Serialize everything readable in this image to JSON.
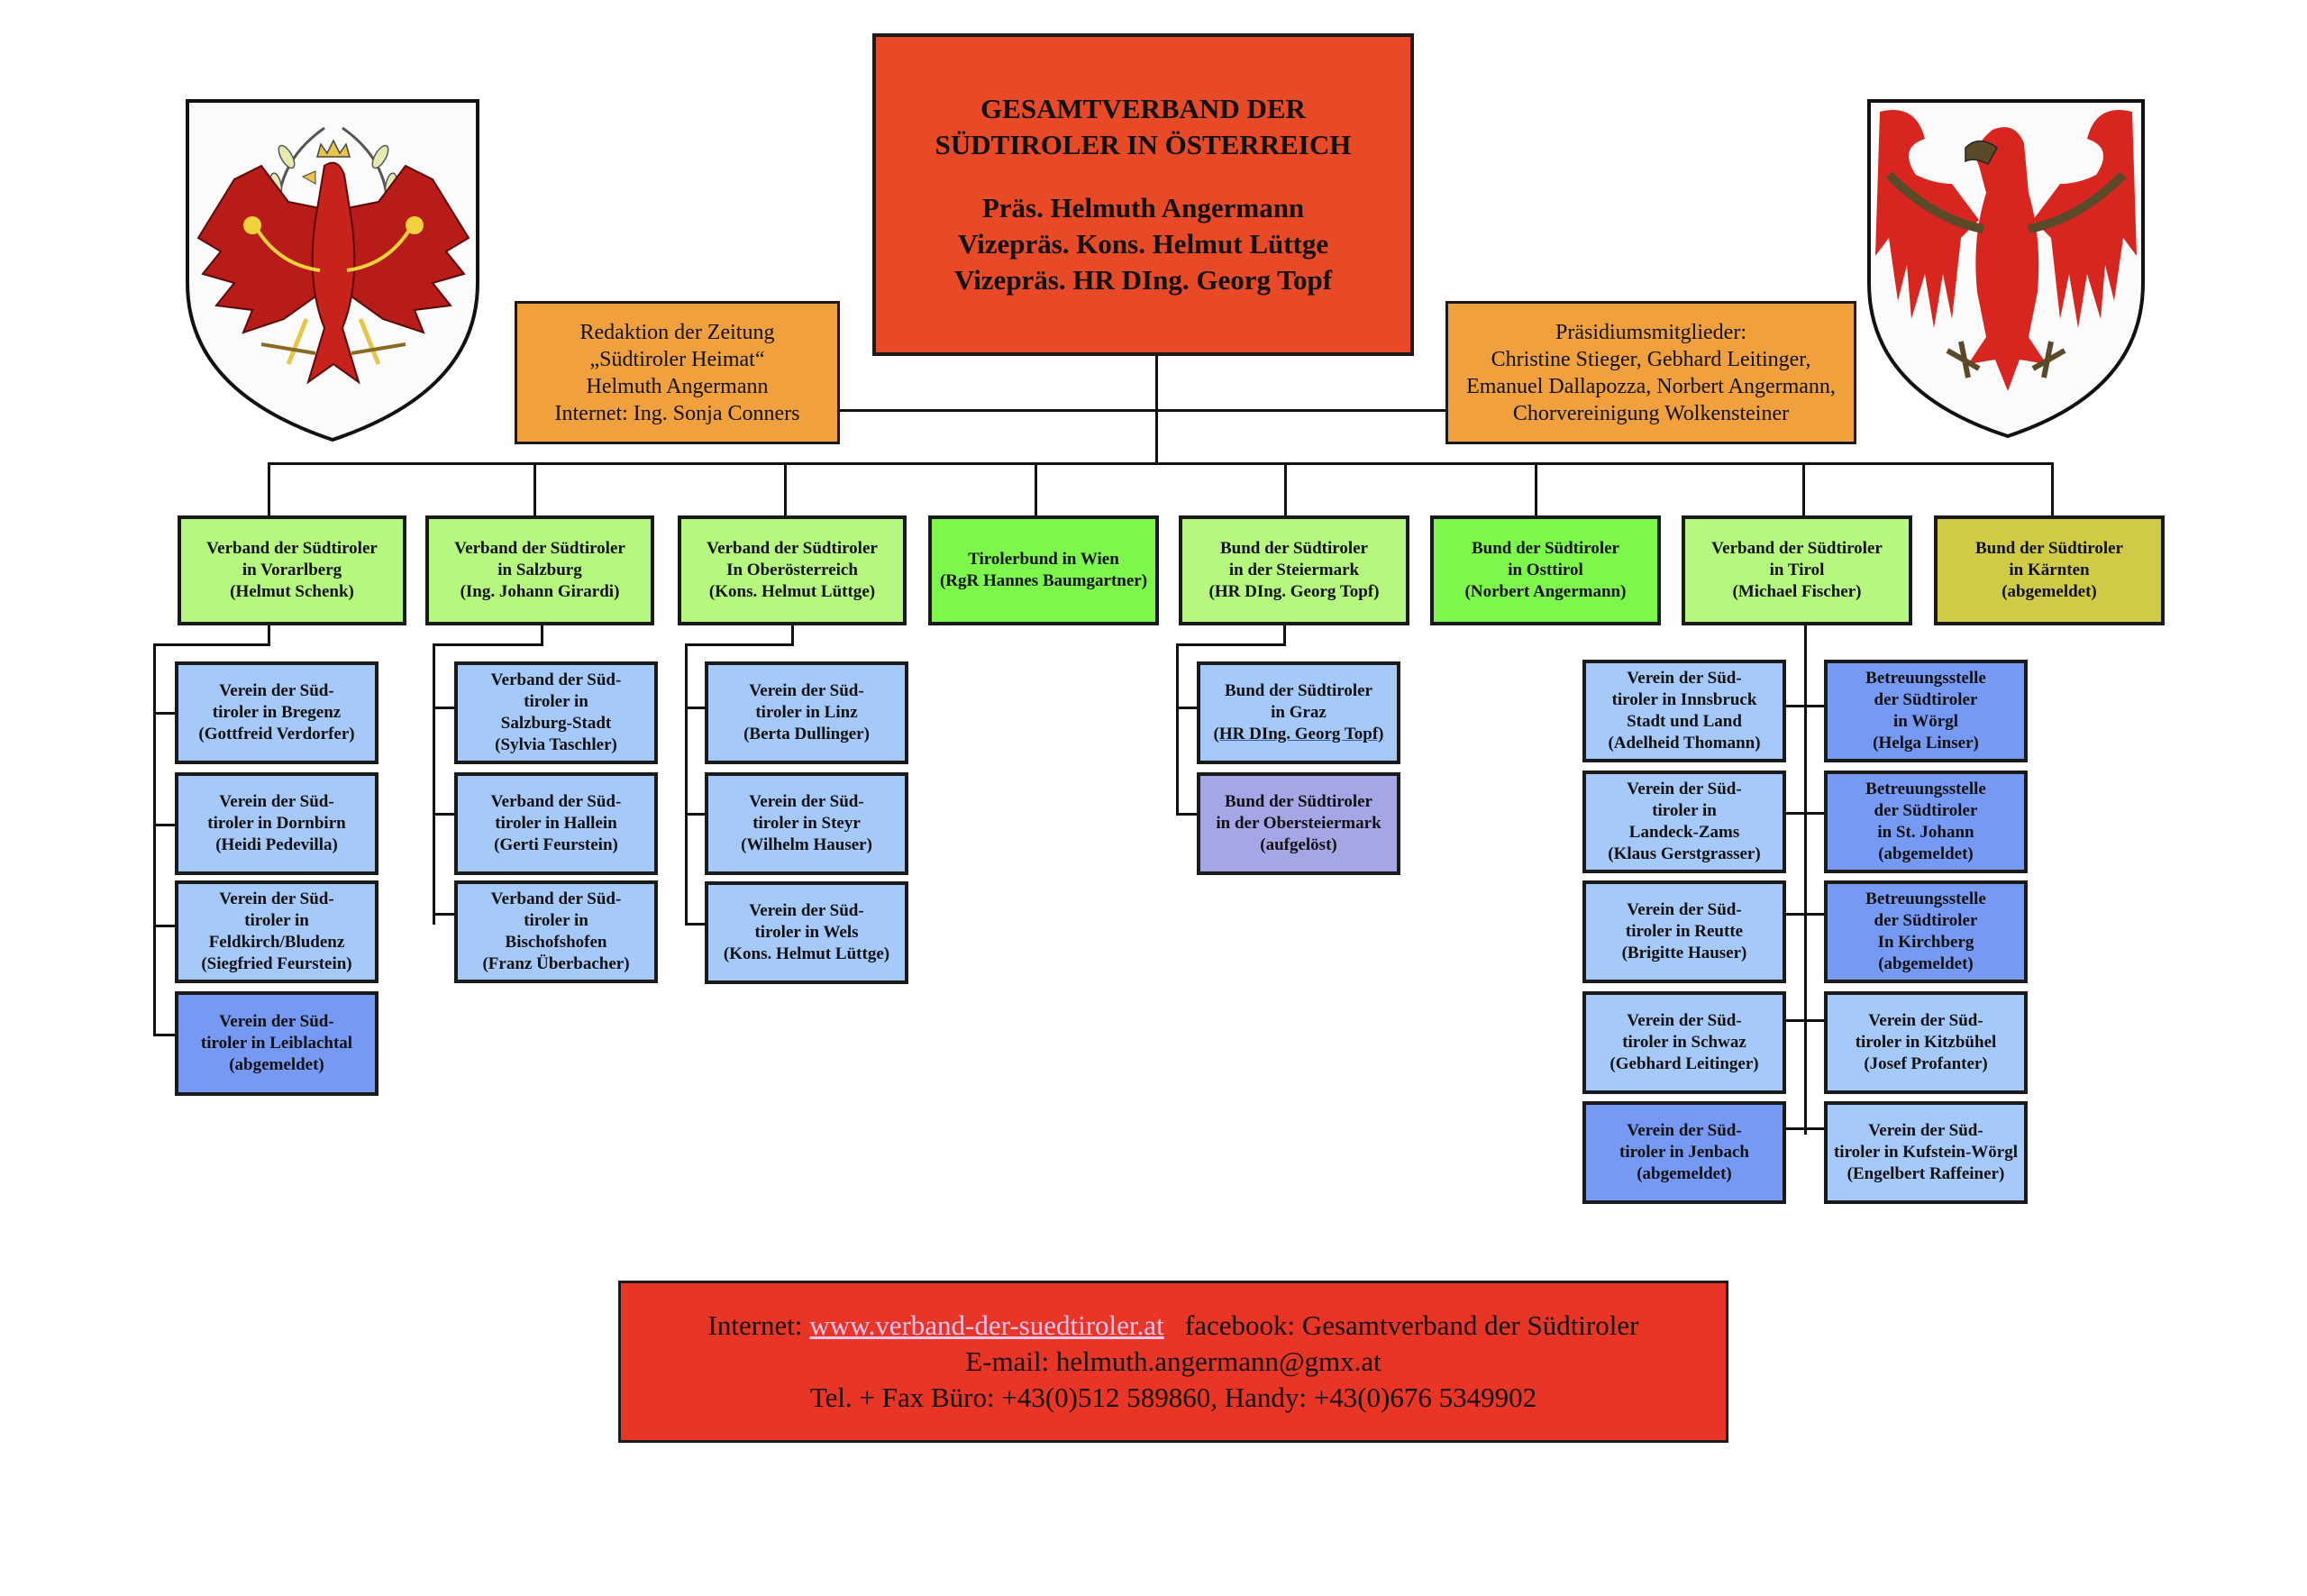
{
  "main": {
    "title_line1": "GESAMTVERBAND DER",
    "title_line2": "SÜDTIROLER IN ÖSTERREICH",
    "president": "Präs. Helmuth Angermann",
    "vice1": "Vizepräs. Kons. Helmut Lüttge",
    "vice2": "Vizepräs. HR DIng. Georg Topf"
  },
  "editorial": {
    "lines": [
      "Redaktion der Zeitung",
      "„Südtiroler Heimat“",
      "Helmuth Angermann",
      "Internet: Ing. Sonja Conners"
    ]
  },
  "presidium": {
    "lines": [
      "Präsidiumsmitglieder:",
      "Christine Stieger, Gebhard Leitinger,",
      "Emanuel Dallapozza, Norbert Angermann,",
      "Chorvereinigung Wolkensteiner"
    ]
  },
  "crests": {
    "left": "tyrol-eagle-coat-of-arms",
    "right": "south-tyrol-eagle-coat-of-arms"
  },
  "regions": [
    {
      "lines": [
        "Verband der Südtiroler",
        "in Vorarlberg",
        "(Helmut Schenk)"
      ],
      "status_color": "#b5f77f"
    },
    {
      "lines": [
        "Verband der Südtiroler",
        "in Salzburg",
        "(Ing. Johann Girardi)"
      ],
      "status_color": "#b5f77f"
    },
    {
      "lines": [
        "Verband der Südtiroler",
        "In Oberösterreich",
        "(Kons. Helmut Lüttge)"
      ],
      "status_color": "#b5f77f"
    },
    {
      "lines": [
        "Tirolerbund in Wien",
        "(RgR Hannes Baumgartner)"
      ],
      "status_color": "#7ef74c"
    },
    {
      "lines": [
        "Bund der Südtiroler",
        "in der Steiermark",
        "(HR DIng. Georg Topf)"
      ],
      "status_color": "#b5f77f"
    },
    {
      "lines": [
        "Bund der Südtiroler",
        "in Osttirol",
        "(Norbert Angermann)"
      ],
      "status_color": "#7ef74c"
    },
    {
      "lines": [
        "Verband der Südtiroler",
        "in Tirol",
        "(Michael Fischer)"
      ],
      "status_color": "#b5f77f"
    },
    {
      "lines": [
        "Bund der Südtiroler",
        "in Kärnten",
        "(abgemeldet)"
      ],
      "status_color": "#d0cb46"
    }
  ],
  "vorarlberg_clubs": [
    {
      "lines": [
        "Verein der Süd-",
        "tiroler in Bregenz",
        "(Gottfreid Verdorfer)"
      ]
    },
    {
      "lines": [
        "Verein der Süd-",
        "tiroler in Dornbirn",
        "(Heidi Pedevilla)"
      ]
    },
    {
      "lines": [
        "Verein der Süd-",
        "tiroler in",
        "Feldkirch/Bludenz",
        "(Siegfried Feurstein)"
      ]
    },
    {
      "lines": [
        "Verein der Süd-",
        "tiroler in Leiblachtal",
        "(abgemeldet)"
      ]
    }
  ],
  "salzburg_clubs": [
    {
      "lines": [
        "Verband der Süd-",
        "tiroler in",
        "Salzburg-Stadt",
        "(Sylvia Taschler)"
      ]
    },
    {
      "lines": [
        "Verband der Süd-",
        "tiroler in Hallein",
        "(Gerti Feurstein)"
      ]
    },
    {
      "lines": [
        "Verband der Süd-",
        "tiroler in",
        "Bischofshofen",
        "(Franz Überbacher)"
      ]
    }
  ],
  "upper_austria_clubs": [
    {
      "lines": [
        "Verein der Süd-",
        "tiroler in Linz",
        "(Berta Dullinger)"
      ]
    },
    {
      "lines": [
        "Verein der Süd-",
        "tiroler in Steyr",
        "(Wilhelm Hauser)"
      ]
    },
    {
      "lines": [
        "Verein der Süd-",
        "tiroler in Wels",
        "(Kons. Helmut Lüttge)"
      ]
    }
  ],
  "styria_clubs": [
    {
      "lines": [
        "Bund der Südtiroler",
        "in Graz",
        "(HR DIng. Georg Topf)"
      ]
    },
    {
      "lines": [
        "Bund der Südtiroler",
        "in der Obersteiermark",
        "(aufgelöst)"
      ]
    }
  ],
  "tyrol_clubs_left": [
    {
      "lines": [
        "Verein der Süd-",
        "tiroler in Innsbruck",
        "Stadt und Land",
        "(Adelheid Thomann)"
      ]
    },
    {
      "lines": [
        "Verein der Süd-",
        "tiroler in",
        "Landeck-Zams",
        "(Klaus Gerstgrasser)"
      ]
    },
    {
      "lines": [
        "Verein der Süd-",
        "tiroler in Reutte",
        "(Brigitte Hauser)"
      ]
    },
    {
      "lines": [
        "Verein der Süd-",
        "tiroler in Schwaz",
        "(Gebhard Leitinger)"
      ]
    },
    {
      "lines": [
        "Verein der Süd-",
        "tiroler in Jenbach",
        "(abgemeldet)"
      ]
    }
  ],
  "tyrol_clubs_right": [
    {
      "lines": [
        "Betreuungsstelle",
        "der Südtiroler",
        "in Wörgl",
        "(Helga Linser)"
      ]
    },
    {
      "lines": [
        "Betreuungsstelle",
        "der Südtiroler",
        "in St. Johann",
        "(abgemeldet)"
      ]
    },
    {
      "lines": [
        "Betreuungsstelle",
        "der Südtiroler",
        "In Kirchberg",
        "(abgemeldet)"
      ]
    },
    {
      "lines": [
        "Verein der Süd-",
        "tiroler in Kitzbühel",
        "(Josef Profanter)"
      ]
    },
    {
      "lines": [
        "Verein der Süd-",
        "tiroler in Kufstein-Wörgl",
        "(Engelbert Raffeiner)"
      ]
    }
  ],
  "footer": {
    "internet_label": "Internet:",
    "internet_url": "www.verband-der-suedtiroler.at",
    "facebook": "facebook: Gesamtverband der Südtiroler",
    "email": "E-mail: helmuth.angermann@gmx.at",
    "phone": "Tel. + Fax Büro: +43(0)512 589860,  Handy: +43(0)676 5349902"
  },
  "colors": {
    "main_red": "#e84a28",
    "orange": "#f0a03c",
    "light_green": "#b5f77f",
    "bright_green": "#7ef74c",
    "olive": "#d0cb46",
    "light_blue": "#a5c9f9",
    "dark_blue": "#7699f4",
    "lavender": "#a5a6e6",
    "footer_red": "#e83525"
  }
}
